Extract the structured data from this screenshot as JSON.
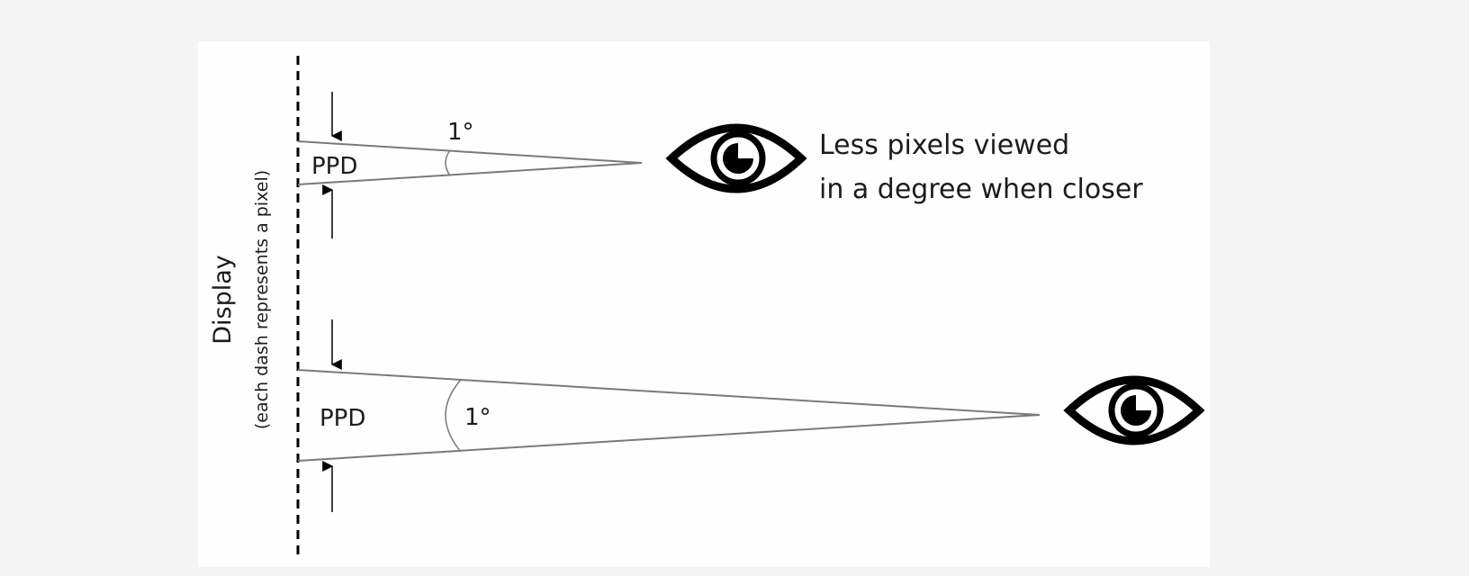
{
  "display": {
    "title": "Display",
    "subtitle": "(each dash represents a pixel)"
  },
  "close_view": {
    "ppd_label": "PPD",
    "angle_label": "1°",
    "caption_line1": "Less pixels viewed",
    "caption_line2": "in a degree when closer"
  },
  "far_view": {
    "ppd_label": "PPD",
    "angle_label": "1°"
  },
  "icons": {
    "eye_close": "eye-icon",
    "eye_far": "eye-icon"
  },
  "colors": {
    "background": "#f4f4f4",
    "panel": "#fefefe",
    "ink": "#000000",
    "ray": "#7a7a7a"
  }
}
